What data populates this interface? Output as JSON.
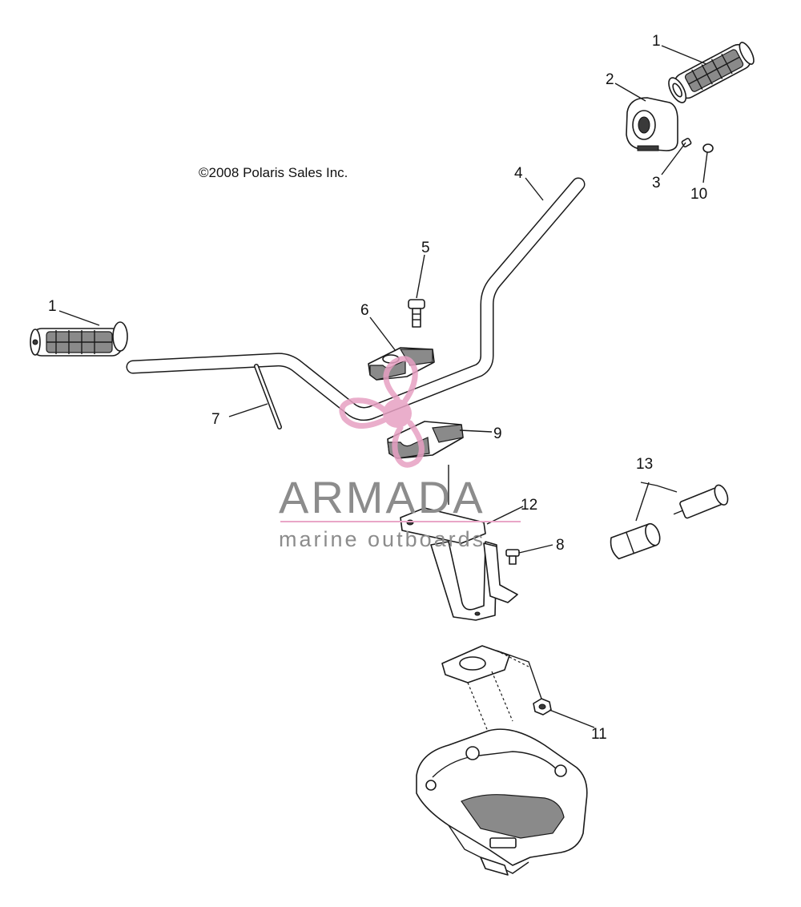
{
  "copyright": "©2008 Polaris Sales Inc.",
  "watermark": {
    "brand": "ARMADA",
    "tagline": "marine outboards",
    "colors": {
      "text": "#8c8c8c",
      "accent": "#e9a6c7",
      "logo": "#e7a0c3"
    }
  },
  "callouts": [
    {
      "id": "1a",
      "text": "1"
    },
    {
      "id": "1b",
      "text": "1"
    },
    {
      "id": "2",
      "text": "2"
    },
    {
      "id": "3",
      "text": "3"
    },
    {
      "id": "4",
      "text": "4"
    },
    {
      "id": "5",
      "text": "5"
    },
    {
      "id": "6",
      "text": "6"
    },
    {
      "id": "7",
      "text": "7"
    },
    {
      "id": "8",
      "text": "8"
    },
    {
      "id": "9",
      "text": "9"
    },
    {
      "id": "10",
      "text": "10"
    },
    {
      "id": "11",
      "text": "11"
    },
    {
      "id": "12",
      "text": "12"
    },
    {
      "id": "13",
      "text": "13"
    }
  ]
}
